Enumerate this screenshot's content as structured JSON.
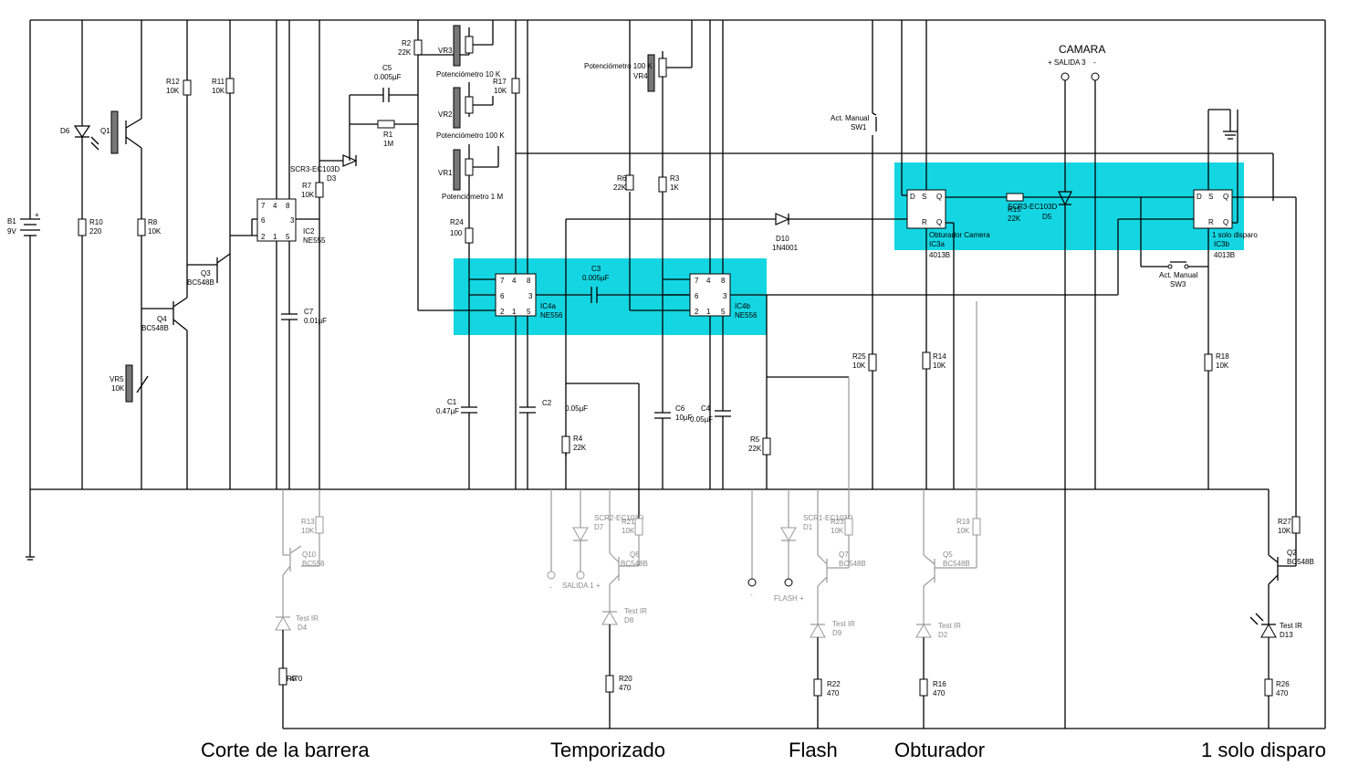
{
  "captions": {
    "barrera": "Corte de la barrera",
    "temporizado": "Temporizado",
    "flash": "Flash",
    "obturador": "Obturador",
    "solo": "1 solo disparo"
  },
  "camara": {
    "title": "CAMARA",
    "salida": "+ SALIDA 3",
    "minus": "-"
  },
  "battery": {
    "name": "B1",
    "value": "9V",
    "plus": "+",
    "minus": "-"
  },
  "resistors": {
    "R10": [
      "R10",
      "220"
    ],
    "R8": [
      "R8",
      "10K"
    ],
    "R12": [
      "R12",
      "10K"
    ],
    "R11": [
      "R11",
      "10K"
    ],
    "R7": [
      "R7",
      "10K"
    ],
    "R2": [
      "R2",
      "22K"
    ],
    "R1": [
      "R1",
      "1M"
    ],
    "R17": [
      "R17",
      "10K"
    ],
    "R6": [
      "R6",
      "22K"
    ],
    "R3": [
      "R3",
      "1K"
    ],
    "R24": [
      "R24",
      "100"
    ],
    "R4": [
      "R4",
      "22K"
    ],
    "R5": [
      "R5",
      "22K"
    ],
    "R25": [
      "R25",
      "10K"
    ],
    "R14": [
      "R14",
      "10K"
    ],
    "R18": [
      "R18",
      "10K"
    ],
    "R15": [
      "R15",
      "22K"
    ],
    "R13": [
      "R13",
      "10K"
    ],
    "R21": [
      "R21",
      "10K"
    ],
    "R23": [
      "R23",
      "10K"
    ],
    "R19": [
      "R19",
      "10K"
    ],
    "R27": [
      "R27",
      "10K"
    ],
    "R9": [
      "R9",
      "470"
    ],
    "R20": [
      "R20",
      "470"
    ],
    "R22": [
      "R22",
      "470"
    ],
    "R16": [
      "R16",
      "470"
    ],
    "R26": [
      "R26",
      "470"
    ]
  },
  "capacitors": {
    "C5": [
      "C5",
      "0.005µF"
    ],
    "C7": [
      "C7",
      "0.01µF"
    ],
    "C3": [
      "C3",
      "0.005µF"
    ],
    "C1": [
      "C1",
      "0.47µF"
    ],
    "C2": [
      "C2",
      "0.05µF"
    ],
    "C6": [
      "C6",
      "10µF"
    ],
    "C4": [
      "C4",
      "0.05µF"
    ]
  },
  "pots": {
    "VR3": [
      "VR3",
      "Potenciómetro 10 K"
    ],
    "VR2": [
      "VR2",
      "Potenciómetro 100 K"
    ],
    "VR1": [
      "VR1",
      "Potenciómetro 1 M"
    ],
    "VR4": [
      "VR4",
      "Potenciómetro 100 K"
    ],
    "VR5": [
      "VR5",
      "10K"
    ]
  },
  "ics": {
    "IC2": [
      "IC2",
      "NE555"
    ],
    "IC4a": [
      "IC4a",
      "NE556"
    ],
    "IC4b": [
      "IC4b",
      "NE556"
    ],
    "IC3a": [
      "Obturador Camera",
      "IC3a",
      "4013B"
    ],
    "IC3b": [
      "1 solo disparo",
      "IC3b",
      "4013B"
    ]
  },
  "transistors": {
    "Q1": "Q1",
    "Q3": [
      "Q3",
      "BC548B"
    ],
    "Q4": [
      "Q4",
      "BC548B"
    ],
    "Q10": [
      "Q10",
      "BC558"
    ],
    "Q6": [
      "Q6",
      "BC548B"
    ],
    "Q7": [
      "Q7",
      "BC548B"
    ],
    "Q5": [
      "Q5",
      "BC548B"
    ],
    "Q2": [
      "Q2",
      "BC548B"
    ]
  },
  "diodes": {
    "D6": "D6",
    "D3": [
      "SCR3-EC103D",
      "D3"
    ],
    "D10": [
      "D10",
      "1N4001"
    ],
    "D5": [
      "SCR3-EC103D",
      "D5"
    ],
    "D7": [
      "SCR2-EC103D",
      "D7"
    ],
    "D1": [
      "SCR1-EC103D",
      "D1"
    ],
    "D4": [
      "Test IR",
      "D4"
    ],
    "D8": [
      "Test IR",
      "D8"
    ],
    "D9": [
      "Test IR",
      "D9"
    ],
    "D2": [
      "Test IR",
      "D2"
    ],
    "D13": [
      "Test IR",
      "D13"
    ]
  },
  "switches": {
    "SW1": [
      "Act. Manual",
      "SW1"
    ],
    "SW3": [
      "Act. Manual",
      "SW3"
    ]
  },
  "outputs": {
    "salida1": "SALIDA 1 +",
    "salida1_minus": "-",
    "flash": "FLASH +",
    "flash_minus": "-"
  },
  "colors": {
    "highlight": "#14d6e2",
    "wire": "#000000",
    "faded": "#9a9a9a"
  }
}
